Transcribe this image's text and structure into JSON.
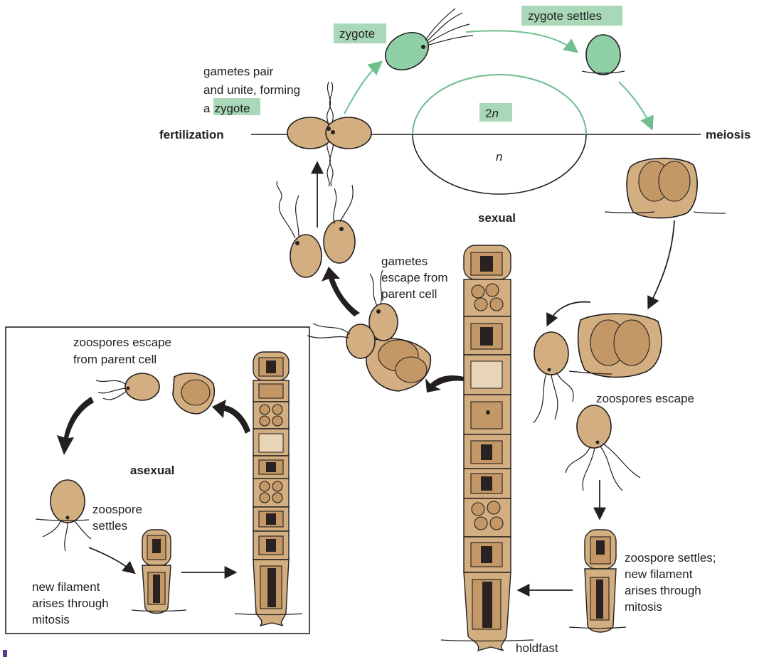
{
  "labels": {
    "zygote_top": "zygote",
    "zygote_settles": "zygote settles",
    "gametes_pair_1": "gametes pair",
    "gametes_pair_2": "and unite, forming",
    "gametes_pair_3a": "a",
    "gametes_pair_3b": "zygote",
    "fertilization": "fertilization",
    "meiosis": "meiosis",
    "ploidy_2n_a": "2",
    "ploidy_2n_b": "n",
    "ploidy_n": "n",
    "sexual": "sexual",
    "gametes_escape_1": "gametes",
    "gametes_escape_2": "escape from",
    "gametes_escape_3": "parent cell",
    "zoospores_escape_parent_1": "zoospores escape",
    "zoospores_escape_parent_2": "from parent cell",
    "asexual": "asexual",
    "zoospore_settles_1": "zoospore",
    "zoospore_settles_2": "settles",
    "new_filament_left_1": "new filament",
    "new_filament_left_2": "arises through",
    "new_filament_left_3": "mitosis",
    "zoospores_escape": "zoospores escape",
    "zoospore_settles_right_1": "zoospore settles;",
    "zoospore_settles_right_2": "new filament",
    "zoospore_settles_right_3": "arises through",
    "zoospore_settles_right_4": "mitosis",
    "holdfast": "holdfast"
  },
  "colors": {
    "cell": "#d2ae80",
    "zygote": "#8fcfa6",
    "highlight": "#a8d8b8",
    "ink": "#231f20",
    "corner_mark": "#5a3d8a"
  }
}
